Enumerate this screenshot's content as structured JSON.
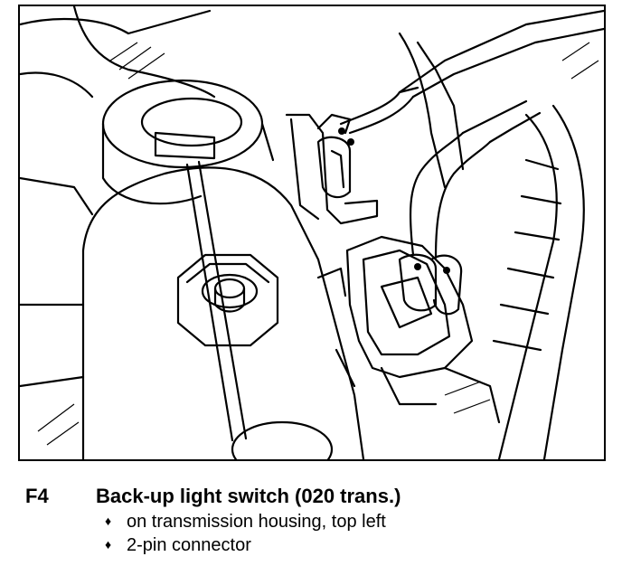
{
  "figure": {
    "code": "F4",
    "title": "Back-up light switch (020 trans.)",
    "bullets": [
      "on transmission housing, top left",
      "2-pin connector"
    ],
    "bullet_symbol": "♦"
  },
  "colors": {
    "ink": "#000000",
    "paper": "#ffffff"
  }
}
